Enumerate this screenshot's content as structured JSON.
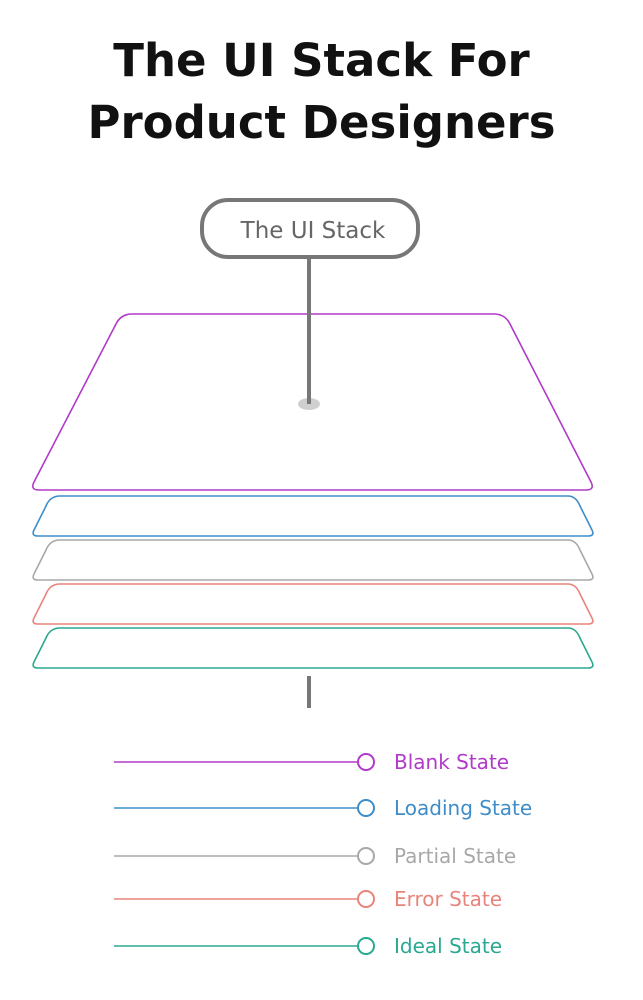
{
  "title": {
    "line1": "The UI Stack For",
    "line2": "Product Designers"
  },
  "callout": {
    "label": "The UI Stack"
  },
  "layers": [
    {
      "name": "Blank State",
      "color": "#b03ac9"
    },
    {
      "name": "Loading State",
      "color": "#3f8dc8"
    },
    {
      "name": "Partial State",
      "color": "#a8a8a8"
    },
    {
      "name": "Error State",
      "color": "#e8847c"
    },
    {
      "name": "Ideal State",
      "color": "#2aa890"
    }
  ],
  "colors": {
    "callout_gray": "#777777",
    "title": "#111111"
  }
}
